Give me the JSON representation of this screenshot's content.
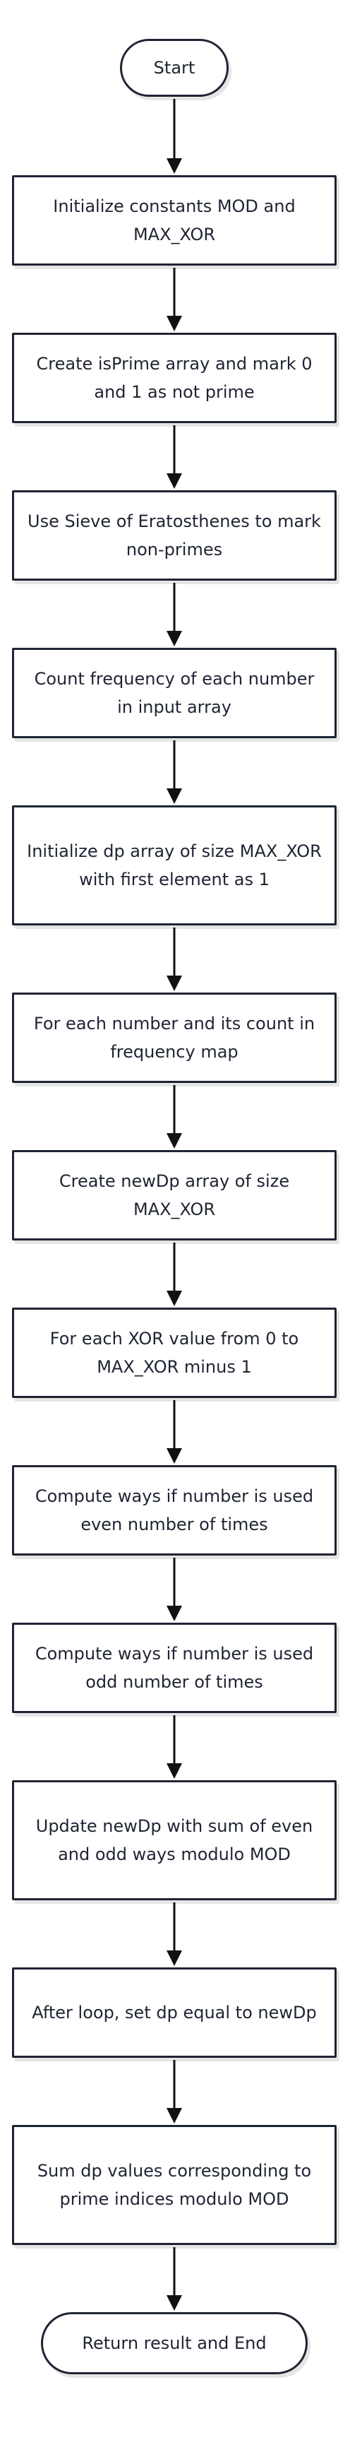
{
  "diagram": {
    "type": "flowchart",
    "direction": "top-to-bottom",
    "nodes": [
      {
        "id": "start",
        "shape": "terminal",
        "label": "Start"
      },
      {
        "id": "init_constants",
        "shape": "process",
        "label": "Initialize constants MOD and MAX_XOR"
      },
      {
        "id": "create_isprime",
        "shape": "process",
        "label": "Create isPrime array and mark 0 and 1 as not prime"
      },
      {
        "id": "sieve",
        "shape": "process",
        "label": "Use Sieve of Eratosthenes to mark non-primes"
      },
      {
        "id": "count_freq",
        "shape": "process",
        "label": "Count frequency of each number in input array"
      },
      {
        "id": "init_dp",
        "shape": "process",
        "label": "Initialize dp array of size MAX_XOR with first element as 1"
      },
      {
        "id": "for_each_number",
        "shape": "process",
        "label": "For each number and its count in frequency map"
      },
      {
        "id": "create_newdp",
        "shape": "process",
        "label": "Create newDp array of size MAX_XOR"
      },
      {
        "id": "for_each_xor",
        "shape": "process",
        "label": "For each XOR value from 0 to MAX_XOR minus 1"
      },
      {
        "id": "even_ways",
        "shape": "process",
        "label": "Compute ways if number is used even number of times"
      },
      {
        "id": "odd_ways",
        "shape": "process",
        "label": "Compute ways if number is used odd number of times"
      },
      {
        "id": "update_newdp",
        "shape": "process",
        "label": "Update newDp with sum of even and odd ways modulo MOD"
      },
      {
        "id": "set_dp",
        "shape": "process",
        "label": "After loop, set dp equal to newDp"
      },
      {
        "id": "sum_dp",
        "shape": "process",
        "label": "Sum dp values corresponding to prime indices modulo MOD"
      },
      {
        "id": "end",
        "shape": "terminal",
        "label": "Return result and End"
      }
    ],
    "edges": [
      {
        "from": "start",
        "to": "init_constants"
      },
      {
        "from": "init_constants",
        "to": "create_isprime"
      },
      {
        "from": "create_isprime",
        "to": "sieve"
      },
      {
        "from": "sieve",
        "to": "count_freq"
      },
      {
        "from": "count_freq",
        "to": "init_dp"
      },
      {
        "from": "init_dp",
        "to": "for_each_number"
      },
      {
        "from": "for_each_number",
        "to": "create_newdp"
      },
      {
        "from": "create_newdp",
        "to": "for_each_xor"
      },
      {
        "from": "for_each_xor",
        "to": "even_ways"
      },
      {
        "from": "even_ways",
        "to": "odd_ways"
      },
      {
        "from": "odd_ways",
        "to": "update_newdp"
      },
      {
        "from": "update_newdp",
        "to": "set_dp"
      },
      {
        "from": "set_dp",
        "to": "sum_dp"
      },
      {
        "from": "sum_dp",
        "to": "end"
      }
    ]
  }
}
